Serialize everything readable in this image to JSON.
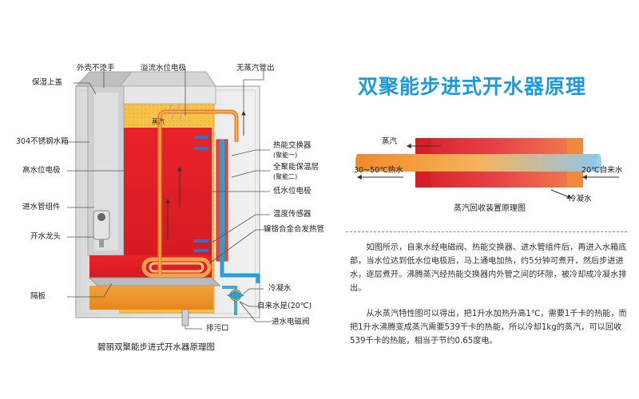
{
  "title": "双聚能步进式开水器原理",
  "diagram": {
    "caption": "碧丽双聚能步进式开水器原理图",
    "labels": {
      "outer_shell": "外壳不烫手",
      "overflow_electrode": "溢流水位电极",
      "no_steam_outlet": "无蒸汽管出",
      "humid_cover": "保湿上盖",
      "steam": "蒸汽",
      "tank": "304不锈钢水箱",
      "high_level_electrode": "高水位电极",
      "inlet_pipe": "进水管组件",
      "tap": "开水龙头",
      "partition": "隔板",
      "heat_exchanger": "热能交换器",
      "heat_exchanger_sub": "(聚能一)",
      "insulation": "全聚能保温层",
      "insulation_sub": "(聚能二)",
      "low_level_electrode": "低水位电极",
      "temp_sensor": "温度传感器",
      "heating_tube": "镍铬合金合发热管",
      "cold_condensate": "冷凝水",
      "tap_water": "自来水是(20℃)",
      "drain": "排污口",
      "solenoid_valve": "进水电磁阀"
    }
  },
  "heat_exchange": {
    "caption": "蒸汽回收装置原理图",
    "steam_label": "蒸汽",
    "hot_water_label": "30~50℃热水",
    "tap_water_label": "20℃自来水",
    "condensate_label": "冷凝水"
  },
  "paragraphs": [
    "如图所示，自来水经电磁阀、热能交换器、进水管组件后，再进入水箱底部，当水位达到低水位电极后，马上通电加热，约5分钟可煮开，然后步进进水，逐层煮开。沸腾蒸汽经热能交换器内外管之间的环隙，被冷却成冷凝水排出。",
    "从水蒸汽特性图可以得出，把1升水加热升高1℃，需要1千卡的热能，而把1升水沸腾变成蒸汽需要539千卡的热能，所以冷却1kg的蒸汽，可以回收539千卡的热能，相当于节约0.65度电。"
  ],
  "colors": {
    "title": "#1a9be0",
    "hot_water": "#e8222a",
    "insulation": "#f6c24a",
    "pipe_blue": "#2a9fd6",
    "pipe_orange": "#ef7d1f",
    "steel": "#c8c9cb"
  }
}
